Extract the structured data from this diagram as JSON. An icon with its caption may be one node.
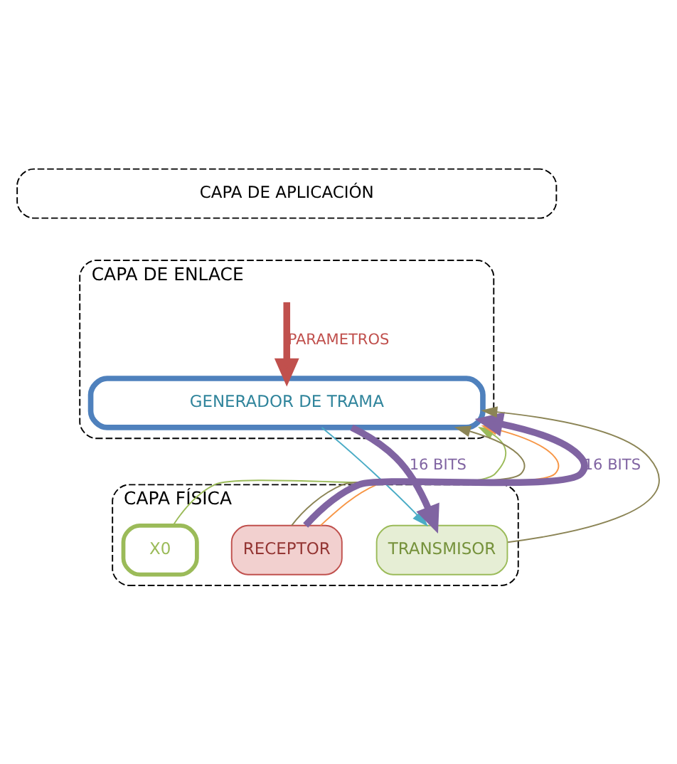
{
  "diagram": {
    "nodes": [
      {
        "text": [
          "CAPA DE APLICACIÓN"
        ]
      },
      {
        "text": [
          "CAPA DE ENLACE"
        ]
      },
      {
        "text": [
          "GENERADOR DE TRAMA"
        ],
        "in": 1
      },
      {
        "text": [
          "CAPA FÍSICA"
        ]
      },
      {
        "text": [
          "X0"
        ],
        "in": 3
      },
      {
        "text": [
          "RECEPTOR"
        ],
        "in": 3
      },
      {
        "text": [
          "TRANSMISOR"
        ],
        "in": 3
      }
    ],
    "edges": [
      {
        "from": null,
        "to": 2,
        "arrow": "to",
        "label": "PARAMETROS",
        "style": "thick",
        "color": "#c0504d"
      },
      {
        "from": 4,
        "to": 2,
        "arrow": "to",
        "color": "#9bbb59"
      },
      {
        "from": 5,
        "to": 2,
        "arrow": "to",
        "color": "#8b8455"
      },
      {
        "from": 5,
        "to": 2,
        "arrow": "to",
        "color": "#f79646"
      },
      {
        "from": 5,
        "to": 2,
        "arrow": "to",
        "label": "16 BITS",
        "style": "thick",
        "color": "#8064a2"
      },
      {
        "from": 6,
        "to": 2,
        "arrow": "to",
        "color": "#8b8455"
      },
      {
        "from": 2,
        "to": 6,
        "arrow": "to",
        "color": "#4bacc6"
      },
      {
        "from": 2,
        "to": 6,
        "arrow": "to",
        "label": "16 BITS",
        "style": "thick",
        "color": "#8064a2"
      }
    ]
  }
}
